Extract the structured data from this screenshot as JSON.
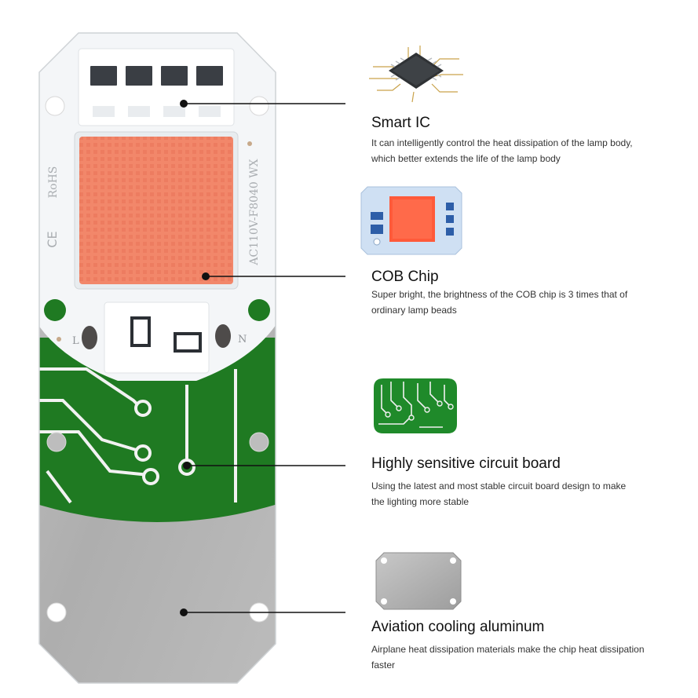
{
  "board": {
    "marking_cert": "CE",
    "marking_rohs": "RoHS",
    "model_text": "AC110V-F8040 WX",
    "terminal_l": "L",
    "terminal_n": "N"
  },
  "features": [
    {
      "title": "Smart IC",
      "desc_line1": "It can intelligently control the heat dissipation of the lamp body,",
      "desc_line2": "which better extends the life of the lamp body",
      "icon": "ic-chip-icon"
    },
    {
      "title": "COB Chip",
      "desc_line1": "Super bright, the brightness of the COB chip is 3 times that of",
      "desc_line2": "ordinary lamp beads",
      "icon": "cob-module-icon"
    },
    {
      "title": "Highly sensitive circuit board",
      "desc_line1": "Using the latest and most stable circuit board design to make",
      "desc_line2": "the lighting more stable",
      "icon": "circuit-board-icon"
    },
    {
      "title": "Aviation cooling aluminum",
      "desc_line1": "Airplane heat dissipation materials make the chip heat dissipation",
      "desc_line2": "faster",
      "icon": "aluminum-plate-icon"
    }
  ],
  "colors": {
    "cob_emitter": "#f2876a",
    "pcb_green": "#1f7a22",
    "aluminum": "#b5b5b5",
    "substrate_white": "#f4f6f8"
  }
}
